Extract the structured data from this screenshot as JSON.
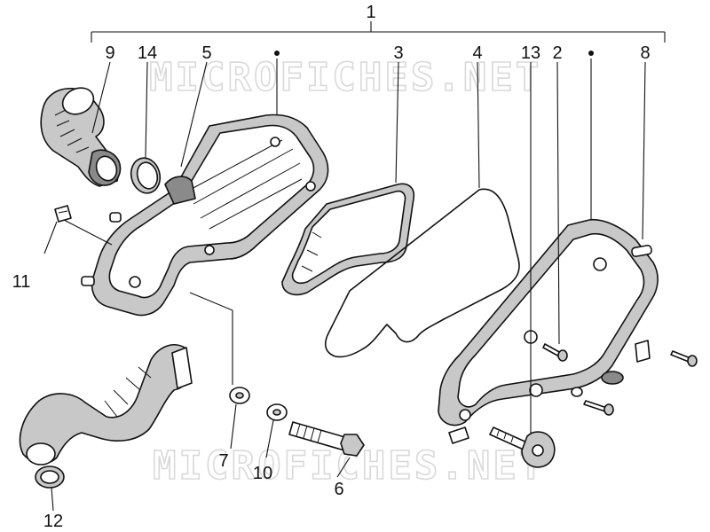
{
  "watermark": "MICROFICHES.NET",
  "callouts": {
    "c1": "1",
    "c2": "2",
    "c3": "3",
    "c4": "4",
    "c5": "5",
    "c6": "6",
    "c7": "7",
    "c8": "8",
    "c9": "9",
    "c10": "10",
    "c11": "11",
    "c12": "12",
    "c13": "13",
    "c14": "14"
  }
}
